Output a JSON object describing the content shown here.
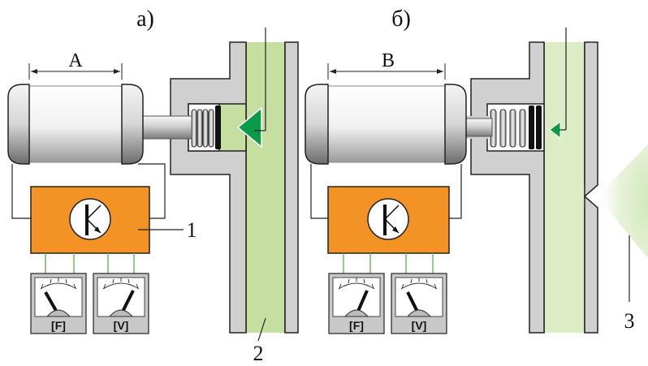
{
  "panels": {
    "a": {
      "title": "а)",
      "dimension_label": "A"
    },
    "b": {
      "title": "б)",
      "dimension_label": "B"
    }
  },
  "callouts": {
    "c1": "1",
    "c2": "2",
    "c3": "3"
  },
  "meters": {
    "force": "[F]",
    "voltage": "[V]"
  },
  "colors": {
    "liquid": "#c5dfa0",
    "liquid_light": "#dcecc4",
    "controller": "#f39325",
    "pipe_wall": "#d0d0d0",
    "arrow": "#0a9a4a",
    "mist": "#e3f0d2"
  }
}
